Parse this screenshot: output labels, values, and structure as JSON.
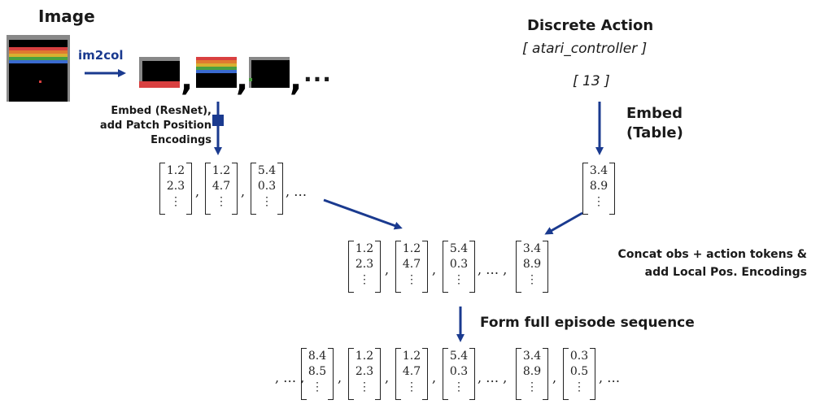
{
  "labels": {
    "image": "Image",
    "im2col": "im2col",
    "embed_resnet_1": "Embed (ResNet),",
    "embed_resnet_2": "add Patch Position",
    "embed_resnet_3": "Encodings",
    "discrete_action": "Discrete Action",
    "action_space": "[ atari_controller ]",
    "action_value": "[ 13 ]",
    "embed_table_1": "Embed",
    "embed_table_2": "(Table)",
    "concat_1": "Concat obs + action tokens &",
    "concat_2": "add Local Pos. Encodings",
    "form_sequence": "Form full episode sequence"
  },
  "separators": {
    "comma": ",",
    "dots": "...",
    "math_comma": ",",
    "math_ellipsis": ", …",
    "math_mid_ellipsis": ", … ,"
  },
  "vectors": {
    "patch_tokens": [
      {
        "top": "1.2",
        "mid": "2.3",
        "bot": "⋮"
      },
      {
        "top": "1.2",
        "mid": "4.7",
        "bot": "⋮"
      },
      {
        "top": "5.4",
        "mid": "0.3",
        "bot": "⋮"
      }
    ],
    "action_token": {
      "top": "3.4",
      "mid": "8.9",
      "bot": "⋮"
    },
    "combined": [
      {
        "top": "1.2",
        "mid": "2.3",
        "bot": "⋮"
      },
      {
        "top": "1.2",
        "mid": "4.7",
        "bot": "⋮"
      },
      {
        "top": "5.4",
        "mid": "0.3",
        "bot": "⋮"
      },
      {
        "top": "3.4",
        "mid": "8.9",
        "bot": "⋮"
      }
    ],
    "episode": [
      {
        "top": "8.4",
        "mid": "8.5",
        "bot": "⋮"
      },
      {
        "top": "1.2",
        "mid": "2.3",
        "bot": "⋮"
      },
      {
        "top": "1.2",
        "mid": "4.7",
        "bot": "⋮"
      },
      {
        "top": "5.4",
        "mid": "0.3",
        "bot": "⋮"
      },
      {
        "top": "3.4",
        "mid": "8.9",
        "bot": "⋮"
      },
      {
        "top": "0.3",
        "mid": "0.5",
        "bot": "⋮"
      }
    ]
  },
  "colors": {
    "arrow": "#1a3a8f",
    "text": "#1a1a1a",
    "rainbow": [
      "#d94040",
      "#e07a30",
      "#d8b030",
      "#4aa040",
      "#3a6ad0"
    ]
  },
  "icons": {
    "atari_screen": "atari-breakout-screen",
    "patch": "atari-patch-thumbnail"
  }
}
